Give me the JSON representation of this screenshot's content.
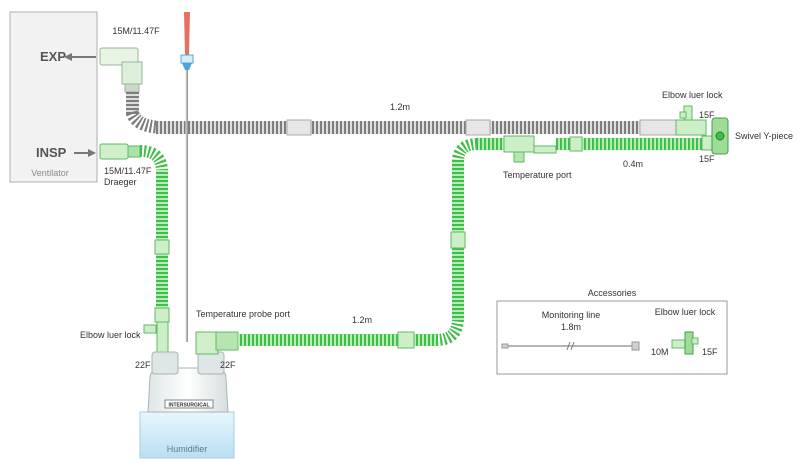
{
  "ventilator": {
    "label": "Ventilator",
    "exp_label": "EXP",
    "insp_label": "INSP"
  },
  "humidifier": {
    "label": "Humidifier",
    "brand": "INTERSURGICAL"
  },
  "connectors": {
    "exp_connector": "15M/11.47F",
    "insp_connector_line1": "15M/11.47F",
    "insp_connector_line2": "Draeger",
    "elbow_luer_lock_top": "Elbow luer lock",
    "elbow_luer_lock_left": "Elbow luer lock",
    "port_22f_left": "22F",
    "port_22f_right": "22F",
    "temperature_probe_port": "Temperature probe port",
    "temperature_port": "Temperature port",
    "swivel_y_piece": "Swivel Y-piece",
    "y_piece_15f_top": "15F",
    "y_piece_15f_bottom": "15F"
  },
  "tubes": {
    "expiratory_length": "1.2m",
    "inspiratory_length": "1.2m",
    "patient_segment_length": "0.4m"
  },
  "accessories": {
    "title": "Accessories",
    "monitoring_line_label": "Monitoring line",
    "monitoring_line_length": "1.8m",
    "elbow_luer_lock_label": "Elbow luer lock",
    "elbow_10m": "10M",
    "elbow_15f": "15F"
  },
  "colors": {
    "insp_green": "#3fc04a",
    "insp_green_light": "#bfeec0",
    "exp_grey": "#8a8a8a",
    "exp_grey_light": "#d8d8d8",
    "probe_red": "#e8705f"
  }
}
